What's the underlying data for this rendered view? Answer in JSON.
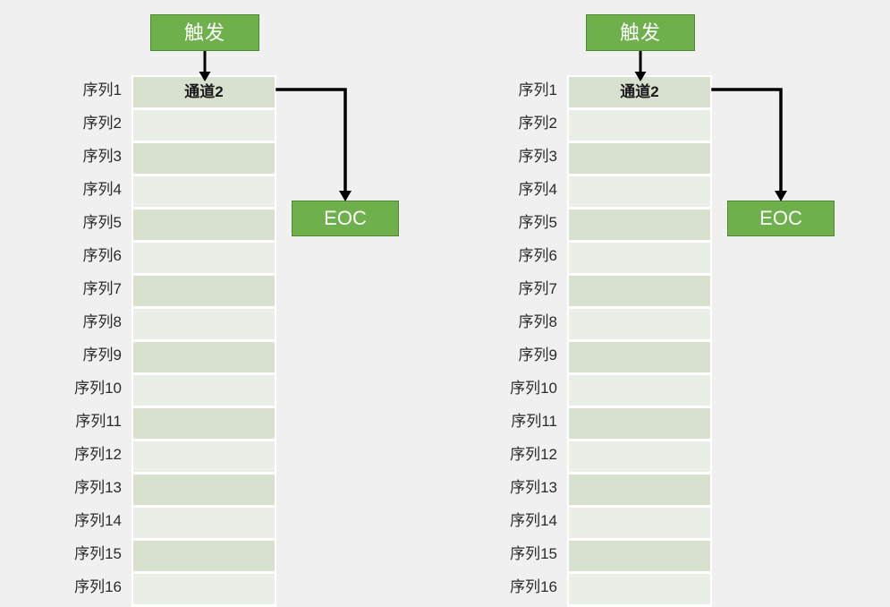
{
  "background_color": "#f0f0f0",
  "colors": {
    "accent_green": "#6EB04B",
    "accent_green_border": "#4f8a33",
    "row_shade_dark": "#d7e1cd",
    "row_shade_light": "#e9eee7",
    "table_border": "#ffffff",
    "connector": "#000000",
    "label_text": "#2b2b2b",
    "box_text": "#ffffff"
  },
  "panels": [
    {
      "id": "left",
      "trigger": {
        "label": "触发"
      },
      "table": {
        "header_label": "通道2",
        "rows": [
          {
            "sequence_label": "序列1",
            "cell_text": "通道2",
            "shade": "dark"
          },
          {
            "sequence_label": "序列2",
            "cell_text": "",
            "shade": "light"
          },
          {
            "sequence_label": "序列3",
            "cell_text": "",
            "shade": "dark"
          },
          {
            "sequence_label": "序列4",
            "cell_text": "",
            "shade": "light"
          },
          {
            "sequence_label": "序列5",
            "cell_text": "",
            "shade": "dark"
          },
          {
            "sequence_label": "序列6",
            "cell_text": "",
            "shade": "light"
          },
          {
            "sequence_label": "序列7",
            "cell_text": "",
            "shade": "dark"
          },
          {
            "sequence_label": "序列8",
            "cell_text": "",
            "shade": "light"
          },
          {
            "sequence_label": "序列9",
            "cell_text": "",
            "shade": "dark"
          },
          {
            "sequence_label": "序列10",
            "cell_text": "",
            "shade": "light"
          },
          {
            "sequence_label": "序列11",
            "cell_text": "",
            "shade": "dark"
          },
          {
            "sequence_label": "序列12",
            "cell_text": "",
            "shade": "light"
          },
          {
            "sequence_label": "序列13",
            "cell_text": "",
            "shade": "dark"
          },
          {
            "sequence_label": "序列14",
            "cell_text": "",
            "shade": "light"
          },
          {
            "sequence_label": "序列15",
            "cell_text": "",
            "shade": "dark"
          },
          {
            "sequence_label": "序列16",
            "cell_text": "",
            "shade": "light"
          }
        ]
      },
      "eoc": {
        "label": "EOC"
      }
    },
    {
      "id": "right",
      "trigger": {
        "label": "触发"
      },
      "table": {
        "header_label": "通道2",
        "rows": [
          {
            "sequence_label": "序列1",
            "cell_text": "通道2",
            "shade": "dark"
          },
          {
            "sequence_label": "序列2",
            "cell_text": "",
            "shade": "light"
          },
          {
            "sequence_label": "序列3",
            "cell_text": "",
            "shade": "dark"
          },
          {
            "sequence_label": "序列4",
            "cell_text": "",
            "shade": "light"
          },
          {
            "sequence_label": "序列5",
            "cell_text": "",
            "shade": "dark"
          },
          {
            "sequence_label": "序列6",
            "cell_text": "",
            "shade": "light"
          },
          {
            "sequence_label": "序列7",
            "cell_text": "",
            "shade": "dark"
          },
          {
            "sequence_label": "序列8",
            "cell_text": "",
            "shade": "light"
          },
          {
            "sequence_label": "序列9",
            "cell_text": "",
            "shade": "dark"
          },
          {
            "sequence_label": "序列10",
            "cell_text": "",
            "shade": "light"
          },
          {
            "sequence_label": "序列11",
            "cell_text": "",
            "shade": "dark"
          },
          {
            "sequence_label": "序列12",
            "cell_text": "",
            "shade": "light"
          },
          {
            "sequence_label": "序列13",
            "cell_text": "",
            "shade": "dark"
          },
          {
            "sequence_label": "序列14",
            "cell_text": "",
            "shade": "light"
          },
          {
            "sequence_label": "序列15",
            "cell_text": "",
            "shade": "dark"
          },
          {
            "sequence_label": "序列16",
            "cell_text": "",
            "shade": "light"
          }
        ]
      },
      "eoc": {
        "label": "EOC"
      }
    }
  ]
}
